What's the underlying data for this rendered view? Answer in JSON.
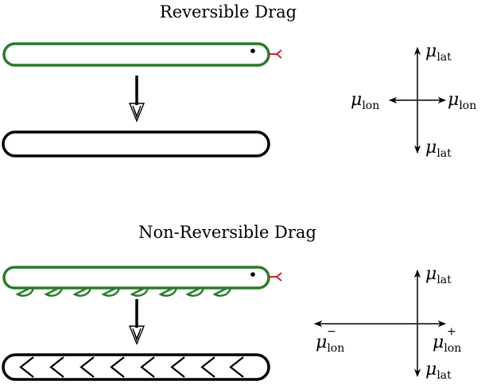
{
  "top": {
    "title": "Reversible Drag",
    "labels": {
      "up": {
        "sym": "μ",
        "sub": "lat"
      },
      "down": {
        "sym": "μ",
        "sub": "lat"
      },
      "left": {
        "sym": "μ",
        "sub": "lon"
      },
      "right": {
        "sym": "μ",
        "sub": "lon"
      }
    }
  },
  "bottom": {
    "title": "Non-Reversible Drag",
    "labels": {
      "up": {
        "sym": "μ",
        "sub": "lat"
      },
      "down": {
        "sym": "μ",
        "sub": "lat"
      },
      "left": {
        "sym": "μ",
        "sub": "lon",
        "sup": "−"
      },
      "right": {
        "sym": "μ",
        "sub": "lon",
        "sup": "+"
      }
    }
  },
  "colors": {
    "worm": "#2a7a2a",
    "tongue": "#d0202a",
    "outline": "#000000"
  }
}
